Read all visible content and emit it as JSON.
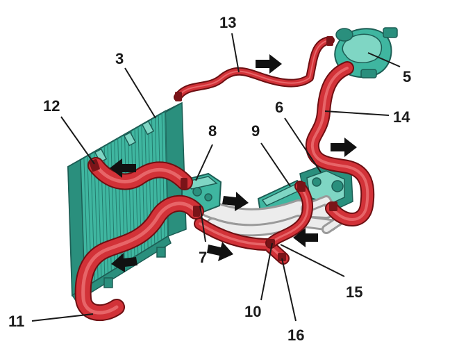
{
  "callouts": [
    {
      "id": "3",
      "label": "3"
    },
    {
      "id": "5",
      "label": "5"
    },
    {
      "id": "6",
      "label": "6"
    },
    {
      "id": "7",
      "label": "7"
    },
    {
      "id": "8",
      "label": "8"
    },
    {
      "id": "9",
      "label": "9"
    },
    {
      "id": "10",
      "label": "10"
    },
    {
      "id": "11",
      "label": "11"
    },
    {
      "id": "12",
      "label": "12"
    },
    {
      "id": "13",
      "label": "13"
    },
    {
      "id": "14",
      "label": "14"
    },
    {
      "id": "15",
      "label": "15"
    },
    {
      "id": "16",
      "label": "16"
    }
  ],
  "colors": {
    "hose": "#d23238",
    "component": "#3fb6a0",
    "pipe": "#c8c8c8",
    "arrow": "#111111"
  }
}
